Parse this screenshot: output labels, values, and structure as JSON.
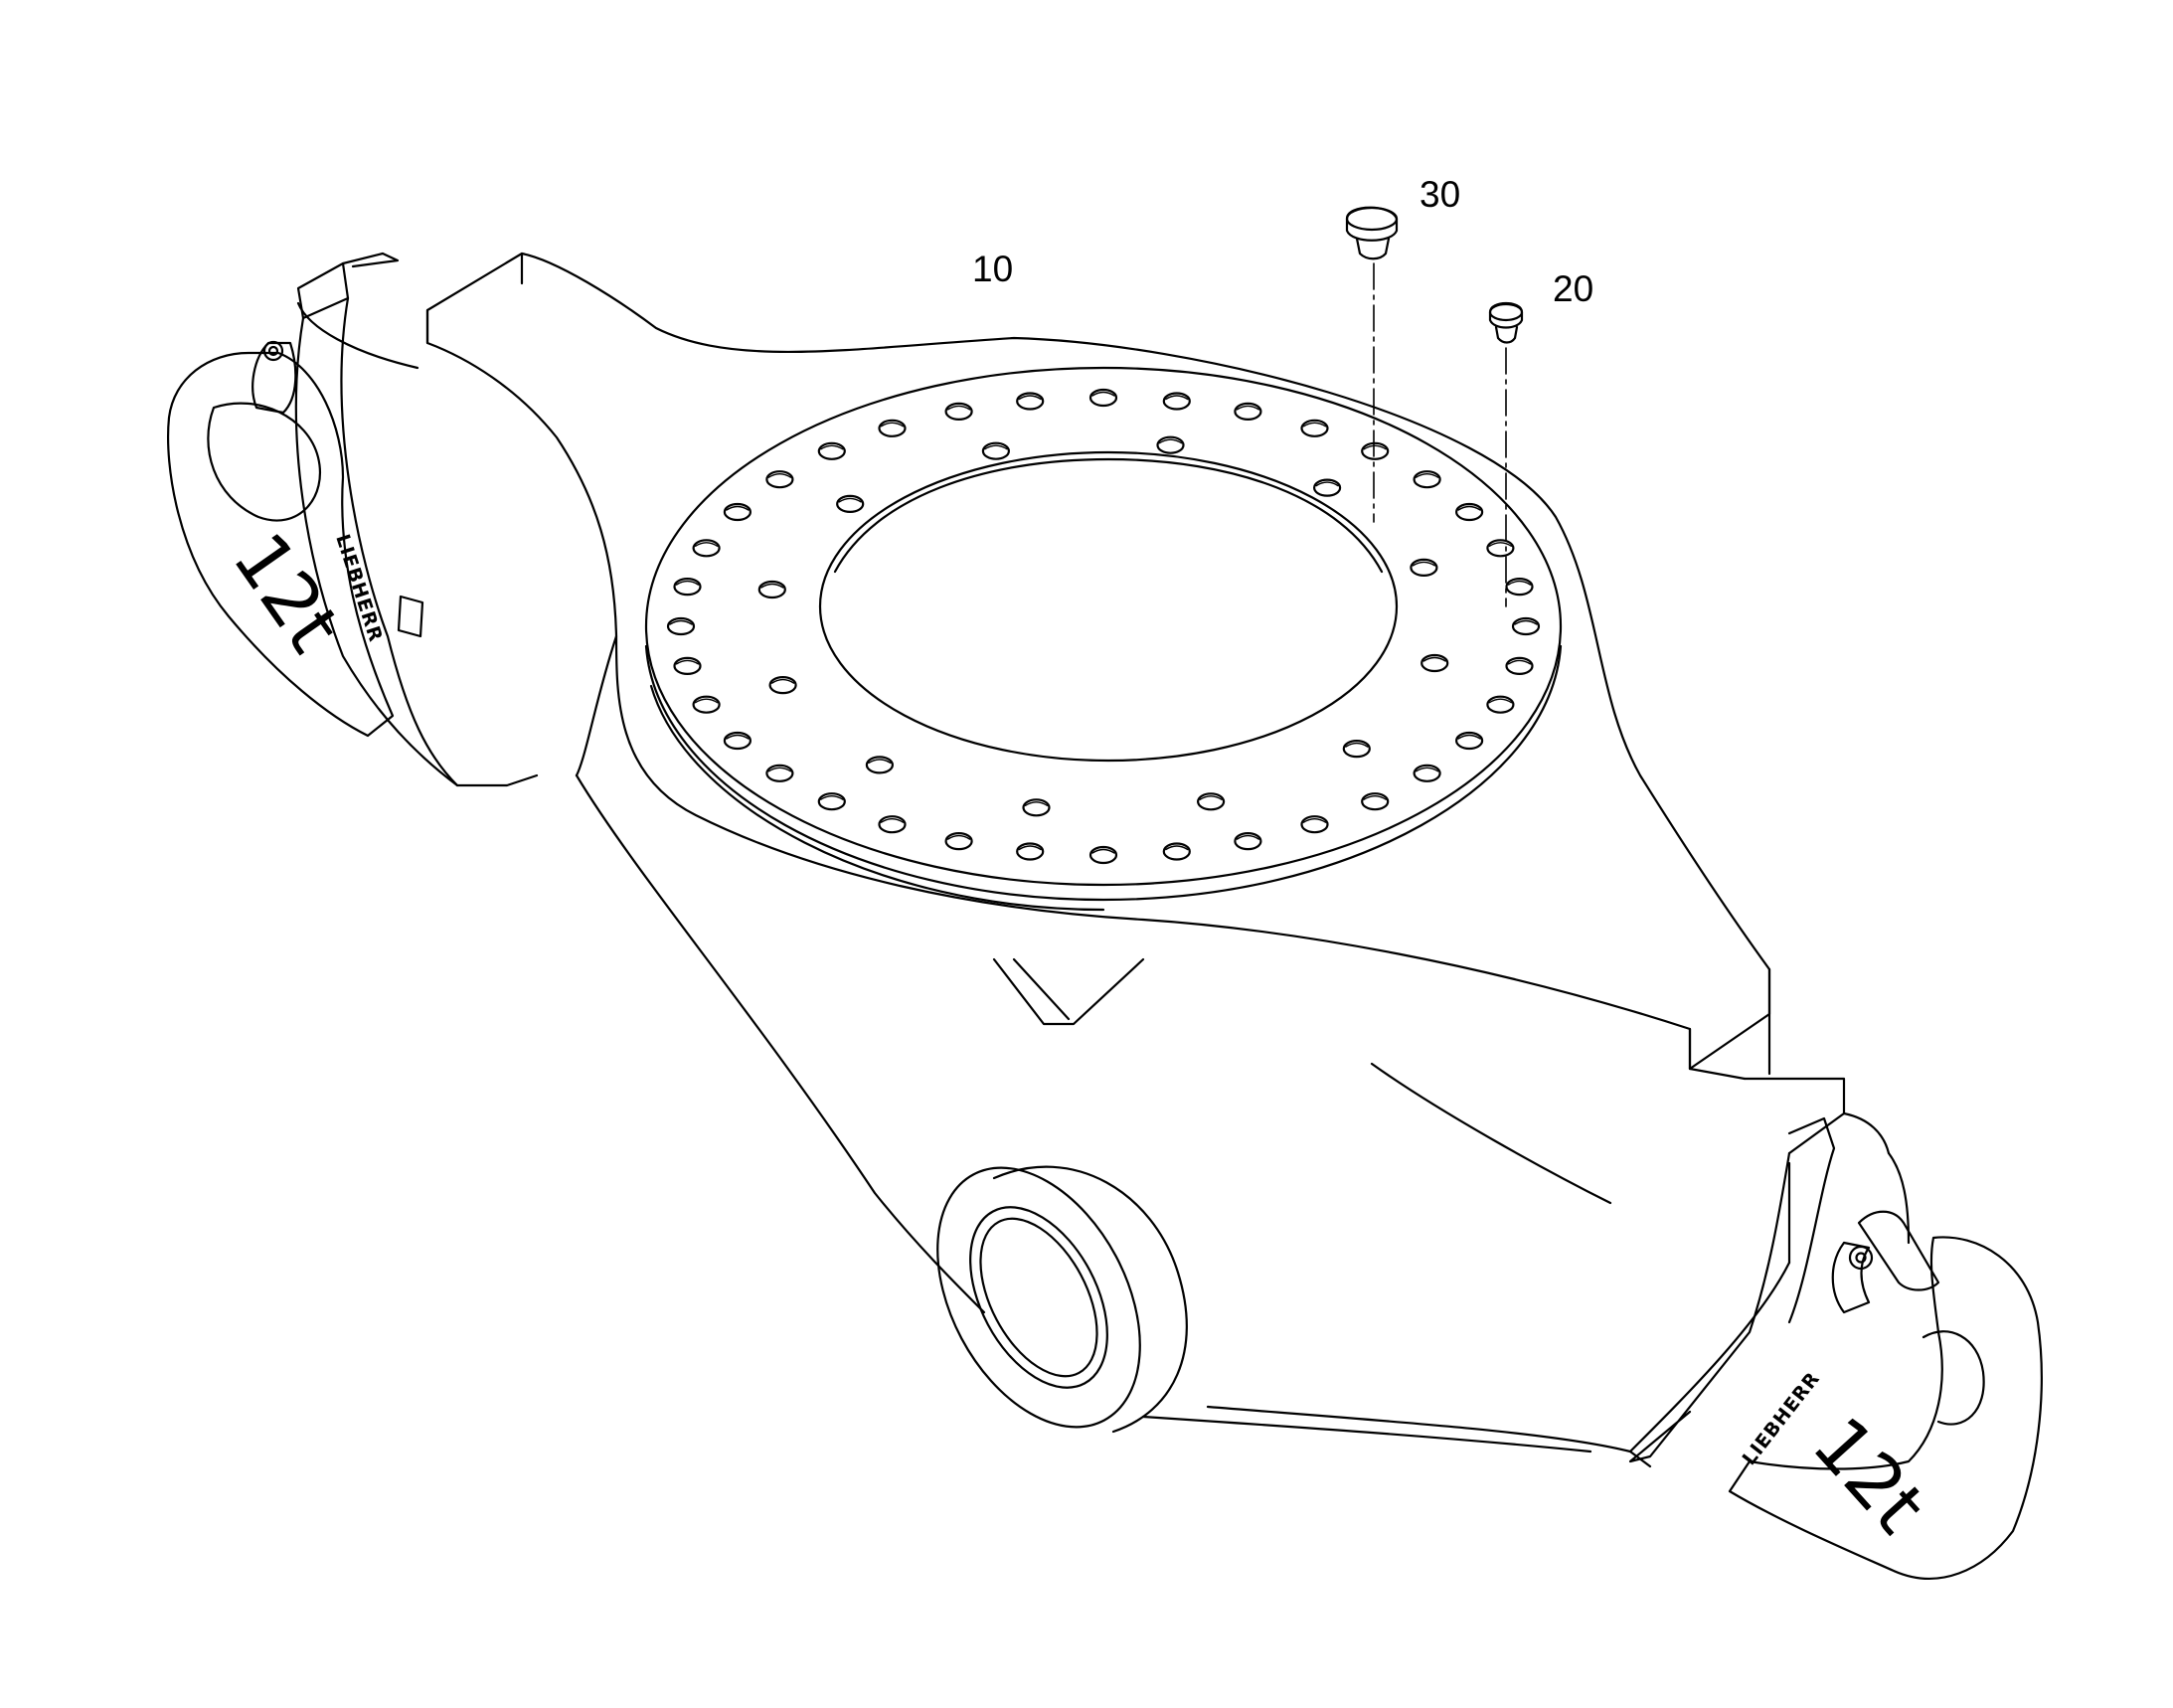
{
  "callouts": [
    {
      "id": "body",
      "label": "10"
    },
    {
      "id": "plug-large",
      "label": "30"
    },
    {
      "id": "plug-small",
      "label": "20"
    }
  ],
  "hooks": [
    {
      "side": "left",
      "capacity": "12t",
      "brand": "LIEBHERR"
    },
    {
      "side": "right",
      "capacity": "12t",
      "brand": "LIEBHERR"
    }
  ],
  "flange": {
    "outer_bolt_holes": 36,
    "inner_bolt_holes": 12
  },
  "colors": {
    "line": "#000000",
    "background": "#ffffff"
  }
}
